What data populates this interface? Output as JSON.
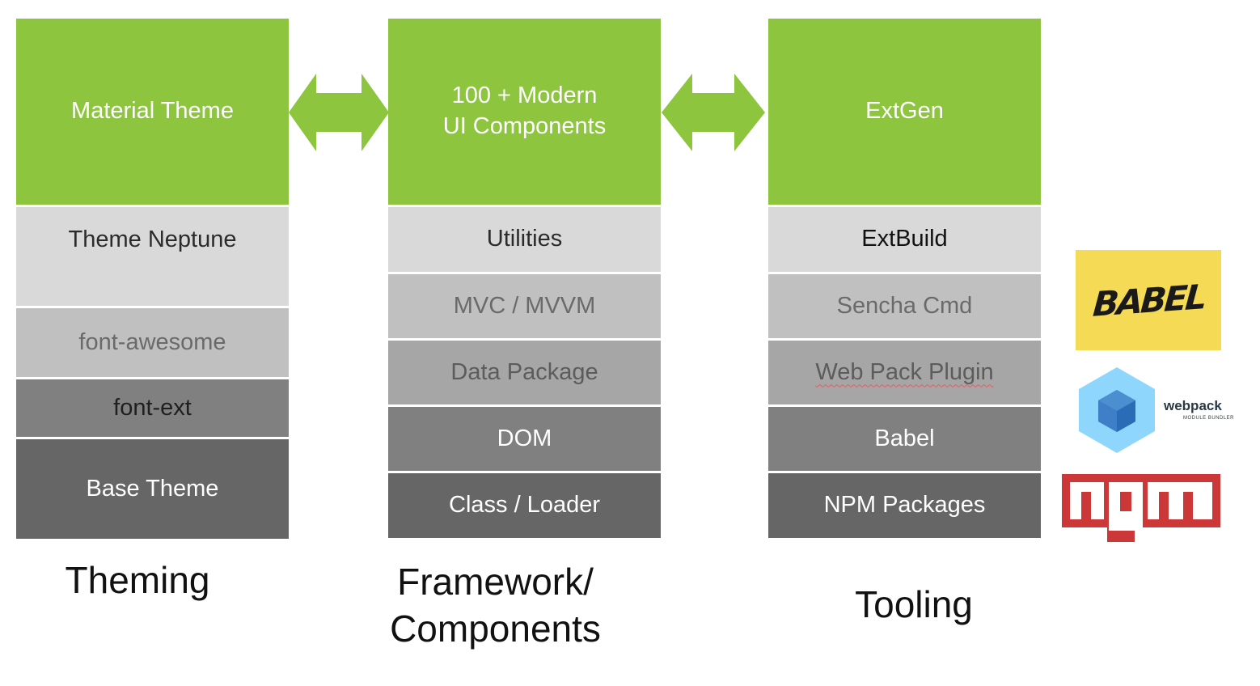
{
  "colors": {
    "green": "#8dc53f",
    "babel_yellow": "#f5da55",
    "npm_red": "#cb3837",
    "webpack_blue": "#8ed6fb"
  },
  "columns": {
    "theming": {
      "top": "Material Theme",
      "layers": [
        "Theme Neptune",
        "font-awesome",
        "font-ext",
        "Base Theme"
      ],
      "label": "Theming"
    },
    "framework": {
      "top_line1": "100 + Modern",
      "top_line2": "UI Components",
      "layers": [
        "Utilities",
        "MVC / MVVM",
        "Data Package",
        "DOM",
        "Class / Loader"
      ],
      "label_line1": "Framework/",
      "label_line2": "Components"
    },
    "tooling": {
      "top": "ExtGen",
      "layers": [
        "ExtBuild",
        "Sencha Cmd",
        "Web Pack Plugin",
        "Babel",
        "NPM Packages"
      ],
      "label": "Tooling"
    }
  },
  "logos": {
    "babel": "BABEL",
    "webpack_name": "webpack",
    "webpack_tag": "MODULE BUNDLER",
    "npm": "npm"
  },
  "icons": {
    "arrows": "double-headed-arrow-icon"
  }
}
